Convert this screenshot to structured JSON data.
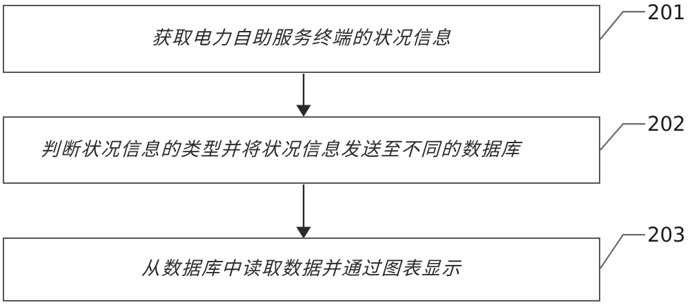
{
  "figure": {
    "type": "patent-flowchart",
    "orientation": "vertical",
    "background_color": "#ffffff",
    "box_border_color": "#555555",
    "text_color": "#2b2b2b",
    "label_color": "#1c1c1c"
  },
  "steps": [
    {
      "ref": "201",
      "text": "获取电力自助服务终端的状况信息",
      "box_name": "step-box-201"
    },
    {
      "ref": "202",
      "text": "判断状况信息的类型并将状况信息发送至不同的数据库",
      "box_name": "step-box-202"
    },
    {
      "ref": "203",
      "text": "从数据库中读取数据并通过图表显示",
      "box_name": "step-box-203"
    }
  ],
  "connectors": [
    {
      "name": "arrow-201-to-202",
      "from": "201",
      "to": "202",
      "style": "solid-arrow-down"
    },
    {
      "name": "arrow-202-to-203",
      "from": "202",
      "to": "203",
      "style": "solid-arrow-down"
    }
  ],
  "leader_lines": [
    {
      "name": "leader-201",
      "ref": "201"
    },
    {
      "name": "leader-202",
      "ref": "202"
    },
    {
      "name": "leader-203",
      "ref": "203"
    }
  ]
}
